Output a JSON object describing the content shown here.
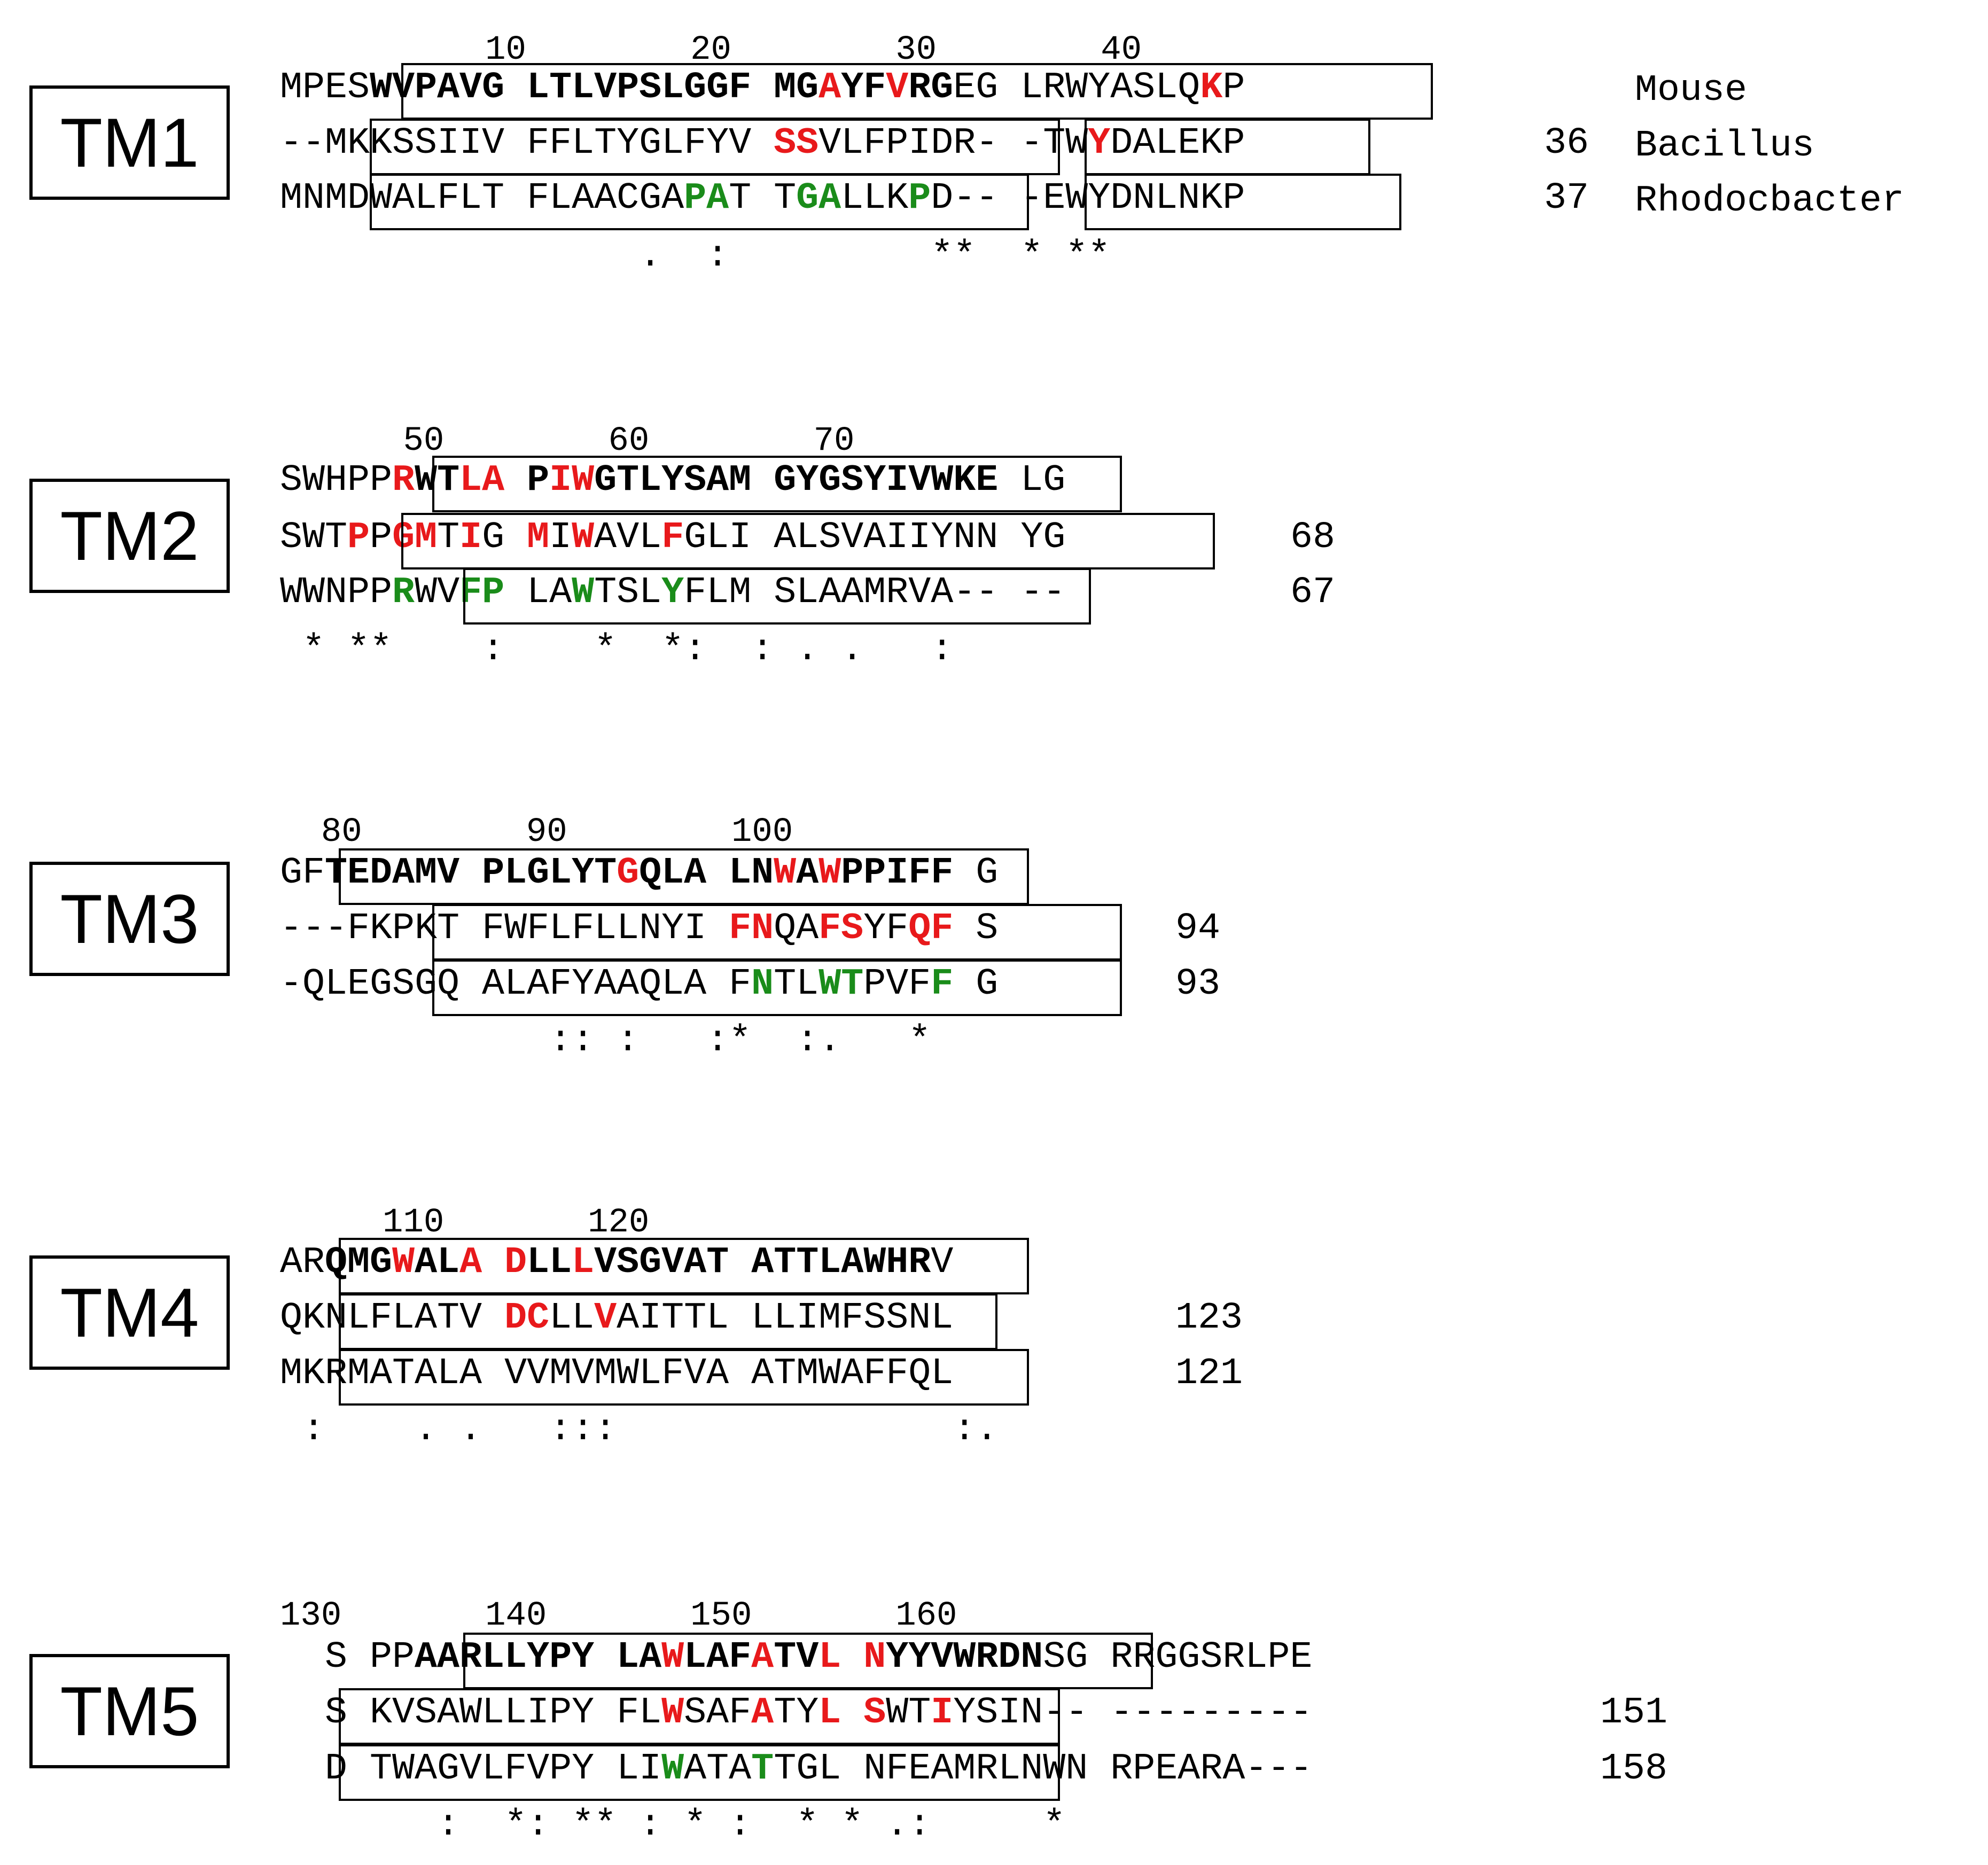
{
  "species": [
    "Mouse",
    "Bacillus",
    "Rhodocbacter"
  ],
  "blocks": [
    {
      "label": "TM1",
      "ruler": "          10        20        30        40",
      "rows": [
        {
          "segs": [
            [
              "MPES",
              ""
            ],
            [
              "WVPAVG LTLVPSLGGF MG",
              "b"
            ],
            [
              "A",
              "r"
            ],
            [
              "YF",
              "b"
            ],
            [
              "V",
              "r"
            ],
            [
              "RG",
              "b"
            ],
            [
              "EG LRWYASLQ",
              ""
            ],
            [
              "K",
              "r"
            ],
            [
              "P",
              ""
            ]
          ],
          "count": ""
        },
        {
          "segs": [
            [
              "--MKKSSIIV FFLTYGLFYV ",
              ""
            ],
            [
              "SS",
              "r"
            ],
            [
              "VLFPIDR- -TW",
              ""
            ],
            [
              "Y",
              "r"
            ],
            [
              "DALEKP",
              ""
            ]
          ],
          "count": "36"
        },
        {
          "segs": [
            [
              "MNMDWALFLT FLAACGA",
              ""
            ],
            [
              "PA",
              "g"
            ],
            [
              "T T",
              ""
            ],
            [
              "GA",
              "g"
            ],
            [
              "LLK",
              ""
            ],
            [
              "P",
              "g"
            ],
            [
              "D-- -EWYDNLNKP",
              ""
            ]
          ],
          "count": "37"
        }
      ],
      "cons": "                .  :         **  * **"
    },
    {
      "label": "TM2",
      "ruler": "      50        60        70",
      "rows": [
        {
          "segs": [
            [
              "SWHPP",
              ""
            ],
            [
              "R",
              "r"
            ],
            [
              "WT",
              "b"
            ],
            [
              "LA",
              "r"
            ],
            [
              " P",
              "b"
            ],
            [
              "I",
              "r"
            ],
            [
              "W",
              "r"
            ],
            [
              "GTLYSAM GYGSYIVWKE",
              "b"
            ],
            [
              " LG",
              ""
            ]
          ],
          "count": ""
        },
        {
          "segs": [
            [
              "SWT",
              ""
            ],
            [
              "P",
              "r"
            ],
            [
              "P",
              ""
            ],
            [
              "GM",
              "r"
            ],
            [
              "T",
              ""
            ],
            [
              "I",
              "r"
            ],
            [
              "G ",
              ""
            ],
            [
              "M",
              "r"
            ],
            [
              "I",
              ""
            ],
            [
              "W",
              "r"
            ],
            [
              "AVL",
              ""
            ],
            [
              "F",
              "r"
            ],
            [
              "GLI ALSVAIIYNN YG",
              ""
            ]
          ],
          "count": "68"
        },
        {
          "segs": [
            [
              "WWNPP",
              ""
            ],
            [
              "R",
              "g"
            ],
            [
              "WV",
              ""
            ],
            [
              "FP",
              "g"
            ],
            [
              " LA",
              ""
            ],
            [
              "W",
              "g"
            ],
            [
              "TSL",
              ""
            ],
            [
              "Y",
              "g"
            ],
            [
              "FLM SLAAMRVA-- --",
              ""
            ]
          ],
          "count": "67"
        }
      ],
      "cons": " * **    :    *  *:  : . .   :"
    },
    {
      "label": "TM3",
      "ruler": "  80        90        100",
      "rows": [
        {
          "segs": [
            [
              "GF",
              ""
            ],
            [
              "TEDAMV PLGLYT",
              "b"
            ],
            [
              "G",
              "r"
            ],
            [
              "QLA LN",
              "b"
            ],
            [
              "W",
              "r"
            ],
            [
              "A",
              "b"
            ],
            [
              "W",
              "r"
            ],
            [
              "PPIFF",
              "b"
            ],
            [
              " G",
              ""
            ]
          ],
          "count": ""
        },
        {
          "segs": [
            [
              "---FKPKT FWFLFLLNYI ",
              ""
            ],
            [
              "FN",
              "r"
            ],
            [
              "QA",
              ""
            ],
            [
              "FS",
              "r"
            ],
            [
              "YF",
              ""
            ],
            [
              "QF",
              "r"
            ],
            [
              " S",
              ""
            ]
          ],
          "count": "94"
        },
        {
          "segs": [
            [
              "-QLEGSGQ ALAFYAAQLA F",
              ""
            ],
            [
              "N",
              "g"
            ],
            [
              "TL",
              ""
            ],
            [
              "WT",
              "g"
            ],
            [
              "PVF",
              ""
            ],
            [
              "F",
              "g"
            ],
            [
              " G",
              ""
            ]
          ],
          "count": "93"
        }
      ],
      "cons": "            :: :   :*  :.   *"
    },
    {
      "label": "TM4",
      "ruler": "     110       120",
      "rows": [
        {
          "segs": [
            [
              "AR",
              ""
            ],
            [
              "QMG",
              "b"
            ],
            [
              "W",
              "r"
            ],
            [
              "AL",
              "b"
            ],
            [
              "A",
              "r"
            ],
            [
              " ",
              "b"
            ],
            [
              "D",
              "r"
            ],
            [
              "LL",
              "b"
            ],
            [
              "L",
              "r"
            ],
            [
              "VSGVAT ATTLAWHR",
              "b"
            ],
            [
              "V",
              ""
            ]
          ],
          "count": ""
        },
        {
          "segs": [
            [
              "QKNLFLATV ",
              ""
            ],
            [
              "DC",
              "r"
            ],
            [
              "LL",
              ""
            ],
            [
              "V",
              "r"
            ],
            [
              "AITTL LLIMFSSNL",
              ""
            ]
          ],
          "count": "123"
        },
        {
          "segs": [
            [
              "MKRMATALA VVMVMWLFVA ATMWAFFQL",
              ""
            ]
          ],
          "count": "121"
        }
      ],
      "cons": " :    . .   :::               :."
    },
    {
      "label": "TM5",
      "ruler": "130       140       150       160",
      "rows": [
        {
          "segs": [
            [
              "  S PP",
              ""
            ],
            [
              "AARLLYPY LA",
              "b"
            ],
            [
              "W",
              "r"
            ],
            [
              "LAF",
              "b"
            ],
            [
              "A",
              "r"
            ],
            [
              "TV",
              "b"
            ],
            [
              "L",
              "r"
            ],
            [
              " ",
              "b"
            ],
            [
              "N",
              "r"
            ],
            [
              "YYVWRDN",
              "b"
            ],
            [
              "SG RRGGSRLPE",
              ""
            ]
          ],
          "count": ""
        },
        {
          "segs": [
            [
              "  S KVSAWLLIPY FL",
              ""
            ],
            [
              "W",
              "r"
            ],
            [
              "SAF",
              ""
            ],
            [
              "A",
              "r"
            ],
            [
              "TY",
              ""
            ],
            [
              "L",
              "r"
            ],
            [
              " ",
              ""
            ],
            [
              "S",
              "r"
            ],
            [
              "WT",
              ""
            ],
            [
              "I",
              "r"
            ],
            [
              "YSIN-- ---------",
              ""
            ]
          ],
          "count": "151"
        },
        {
          "segs": [
            [
              "  D TWAGVLFVPY LI",
              ""
            ],
            [
              "W",
              "g"
            ],
            [
              "ATA",
              ""
            ],
            [
              "T",
              "g"
            ],
            [
              "TGL NFEAMRLNWN RPEARA---",
              ""
            ]
          ],
          "count": "158"
        }
      ],
      "cons": "       :  *: ** : * :  * * .:     *"
    }
  ]
}
